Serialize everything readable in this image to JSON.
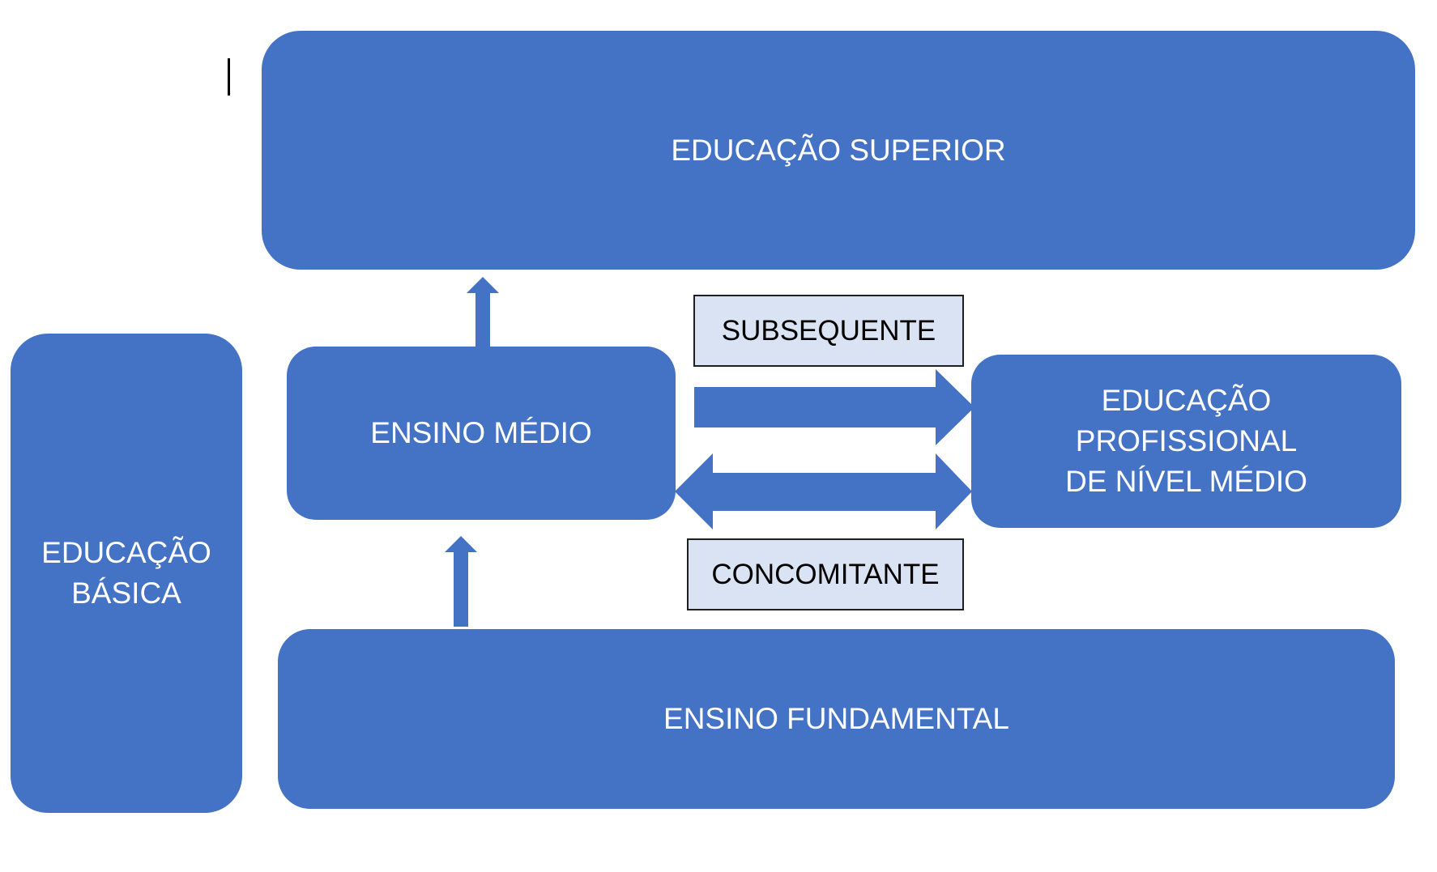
{
  "colors": {
    "box_fill": "#4472c4",
    "box_text": "#ffffff",
    "label_fill": "#dae3f3",
    "label_border": "#1f1f1f",
    "label_text": "#000000"
  },
  "boxes": {
    "educacao_superior": "EDUCAÇÃO SUPERIOR",
    "educacao_basica": [
      "EDUCAÇÃO",
      "BÁSICA"
    ],
    "ensino_medio": "ENSINO MÉDIO",
    "educacao_profissional": [
      "EDUCAÇÃO PROFISSIONAL",
      "DE NÍVEL MÉDIO"
    ],
    "ensino_fundamental": "ENSINO FUNDAMENTAL"
  },
  "labels": {
    "subsequente": "SUBSEQUENTE",
    "concomitante": "CONCOMITANTE"
  }
}
